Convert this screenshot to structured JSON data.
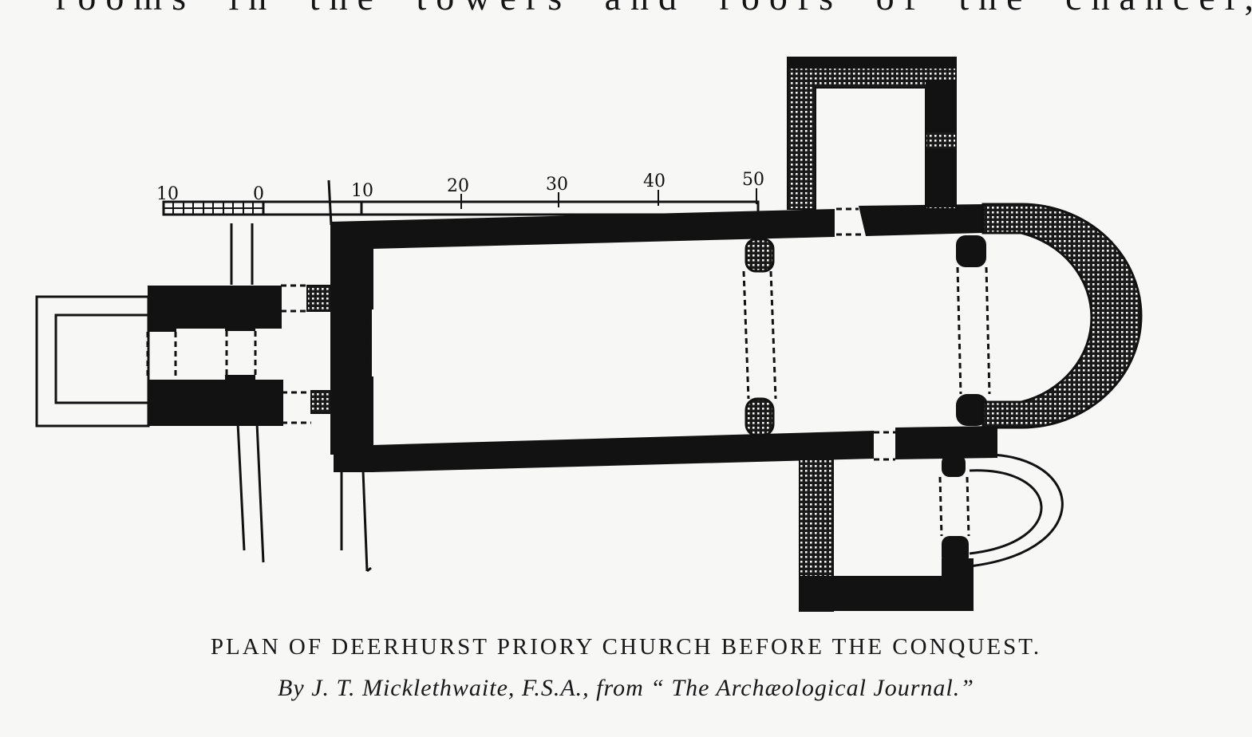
{
  "top_text": "rooms in the towers and roofs of the chancel,",
  "caption": {
    "title": "PLAN OF DEERHURST PRIORY CHURCH BEFORE THE CONQUEST.",
    "credit": "By J. T. Micklethwaite, F.S.A., from “ The Archæological Journal.”"
  },
  "scale_bar": {
    "labels": [
      "10",
      "0",
      "10",
      "20",
      "30",
      "40",
      "50"
    ]
  }
}
